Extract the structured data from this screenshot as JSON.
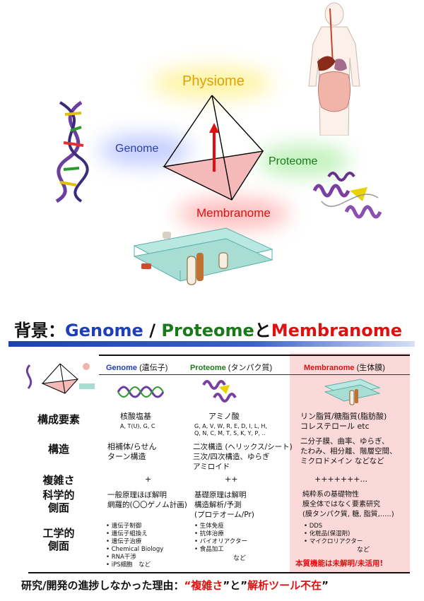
{
  "diagram": {
    "physiome": "Physiome",
    "genome": "Genome",
    "proteome": "Proteome",
    "membranome": "Membranome"
  },
  "colors": {
    "genome": "#1f3fb8",
    "proteome": "#1a7a1a",
    "membranome": "#e01010",
    "physiome": "#e0a000",
    "membranome_column_bg": "#fbd9d9"
  },
  "title": {
    "prefix": "背景：",
    "genome": "Genome",
    "slash": " / ",
    "proteome": "Proteome",
    "to": "と",
    "membranome": "Membranome"
  },
  "table": {
    "columns": [
      {
        "name": "Genome",
        "note": " (遺伝子)"
      },
      {
        "name": "Proteome",
        "note": " (タンパク質)"
      },
      {
        "name": "Membranome",
        "note": " (生体膜)"
      }
    ],
    "rows": {
      "components": "構成要素",
      "structure": "構造",
      "complexity": "複雑さ",
      "science": "科学的\n側面",
      "engineering": "工学的\n側面"
    },
    "genome": {
      "components": "核酸塩基",
      "components_sub": "A, T(U), G, C",
      "structure": "相補体/らせん\nターン構造",
      "complexity": "+",
      "science": "一般原理ほぼ解明\n網羅的(〇〇ゲノム計画)",
      "engineering": [
        "遺伝子制御",
        "遺伝子組換え",
        "遺伝子治療",
        "Chemical Biology",
        "RNA干渉",
        "iPS細胞　など"
      ]
    },
    "proteome": {
      "components": "アミノ酸",
      "components_sub": "G, A, V, W, R, E, D, I, L, H,\nQ, N, C, M, T, S, K, Y, P, ..",
      "structure": "二次構造 (ヘリックス/シート)\n三次/四次構造、ゆらぎ\nアミロイド",
      "complexity": "++",
      "science": "基礎原理は解明\n構造解析/予測\n(プロテオーム/Pr)",
      "engineering": [
        "生体免疫",
        "抗体治療",
        "バイオリアクター",
        "食品加工"
      ],
      "engineering_tail": "など"
    },
    "membranome": {
      "components": "リン脂質/糖脂質(脂肪酸)\nコレステロール etc",
      "structure": "二分子膜、曲率、ゆらぎ、\nたわみ、相分離、階層空間、\nミクロドメイン などなど",
      "complexity": "+++++++...",
      "science": "純粋系の基礎物性\n膜全体ではなく要素研究\n(膜タンパク質, 糖, 脂質,.....)",
      "engineering": [
        "DDS",
        "化粧品(保湿剤)",
        "マイクロリアクター"
      ],
      "engineering_tail": "など",
      "note": "本質機能は未解明/未活用!"
    }
  },
  "footer": {
    "prefix": "研究/開発の進捗しなかった理由：",
    "q1": "“",
    "complexity": "複雑さ",
    "q2": "”と”",
    "tool": "解析ツール不在",
    "q3": "”"
  }
}
